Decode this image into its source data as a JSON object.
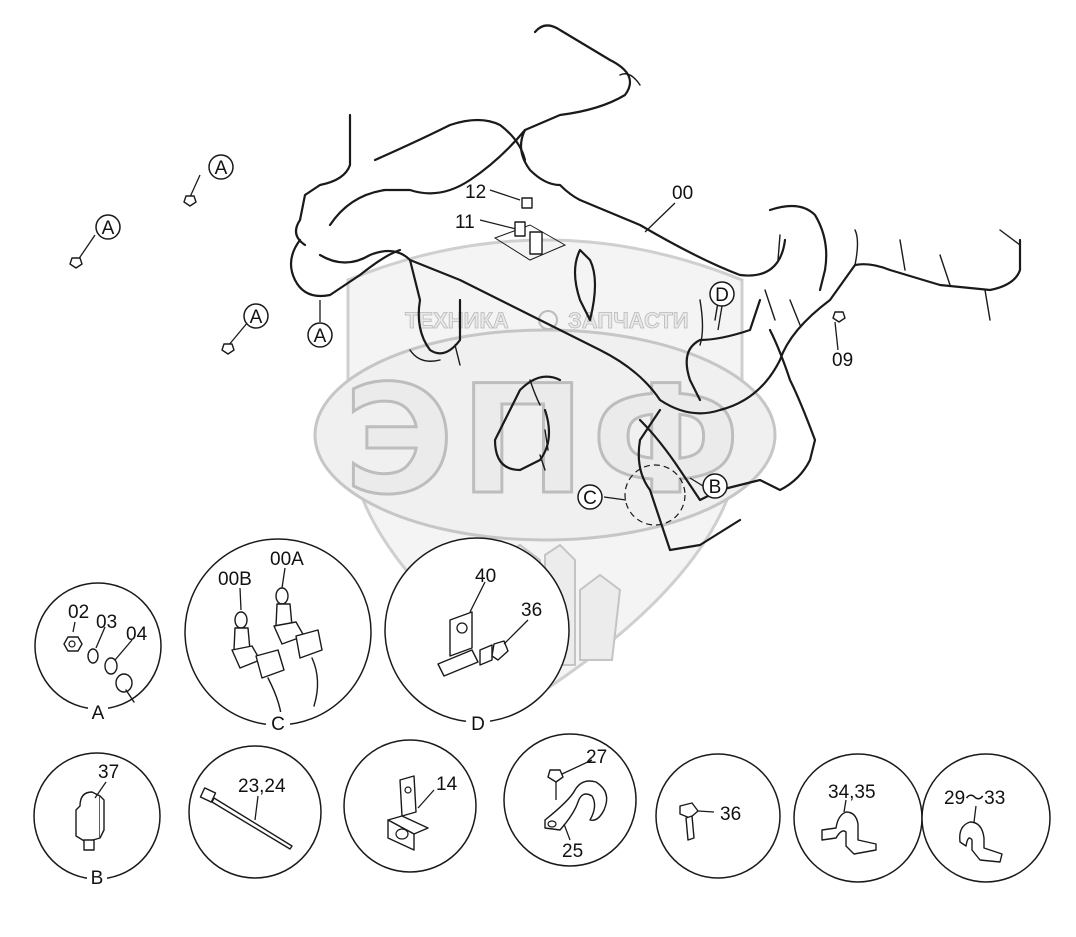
{
  "watermark": {
    "top_text": "ТЕХНИКА",
    "top_text_2": "ЗАПЧАСТИ",
    "logo_letters": "ЭПФ"
  },
  "main_labels": {
    "harness": "00",
    "part_09": "09",
    "part_11": "11",
    "part_12": "12",
    "view_a": "A",
    "view_b": "B",
    "view_c": "C",
    "view_d": "D"
  },
  "details": {
    "a": {
      "caption": "A",
      "parts": [
        "02",
        "03",
        "04"
      ]
    },
    "c": {
      "caption": "C",
      "parts": [
        "00B",
        "00A"
      ]
    },
    "d": {
      "caption": "D",
      "parts": [
        "40",
        "36"
      ]
    },
    "b": {
      "caption": "B",
      "parts": [
        "37"
      ]
    },
    "tie": {
      "parts": [
        "23,24"
      ]
    },
    "bracket": {
      "parts": [
        "14"
      ]
    },
    "clamp": {
      "parts": [
        "27",
        "25"
      ]
    },
    "bolt": {
      "parts": [
        "36"
      ]
    },
    "clip1": {
      "parts": [
        "34,35"
      ]
    },
    "clip2": {
      "parts": [
        "29～33"
      ]
    }
  }
}
